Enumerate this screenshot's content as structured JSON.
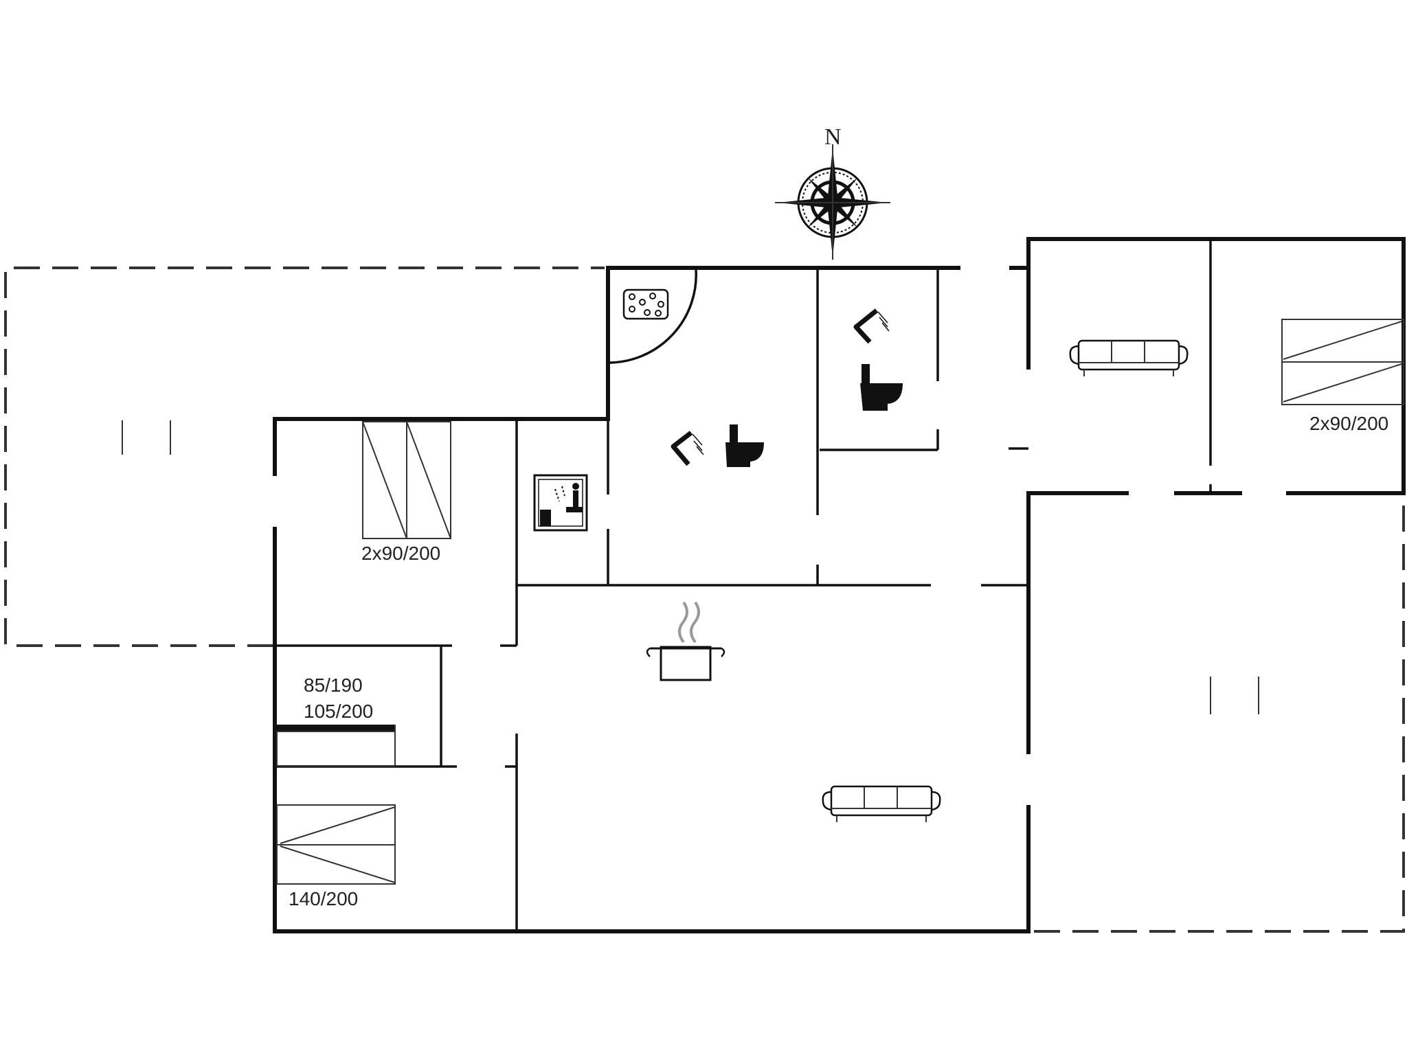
{
  "compass": {
    "north_label": "N"
  },
  "beds": {
    "upper_left_twin": "2x90/200",
    "right_twin": "2x90/200",
    "bunk_top": "85/190",
    "bunk_bottom": "105/200",
    "double": "140/200"
  },
  "icons": {
    "compass": "compass-rose-icon",
    "hot_tub": "spa-bath-icon",
    "sauna": "sauna-icon",
    "shower": "shower-icon",
    "toilet": "toilet-icon",
    "kitchen": "cooking-pot-icon",
    "sofa": "sofa-icon",
    "bed": "bed-icon"
  },
  "colors": {
    "lines": "#111111",
    "background": "#ffffff"
  }
}
